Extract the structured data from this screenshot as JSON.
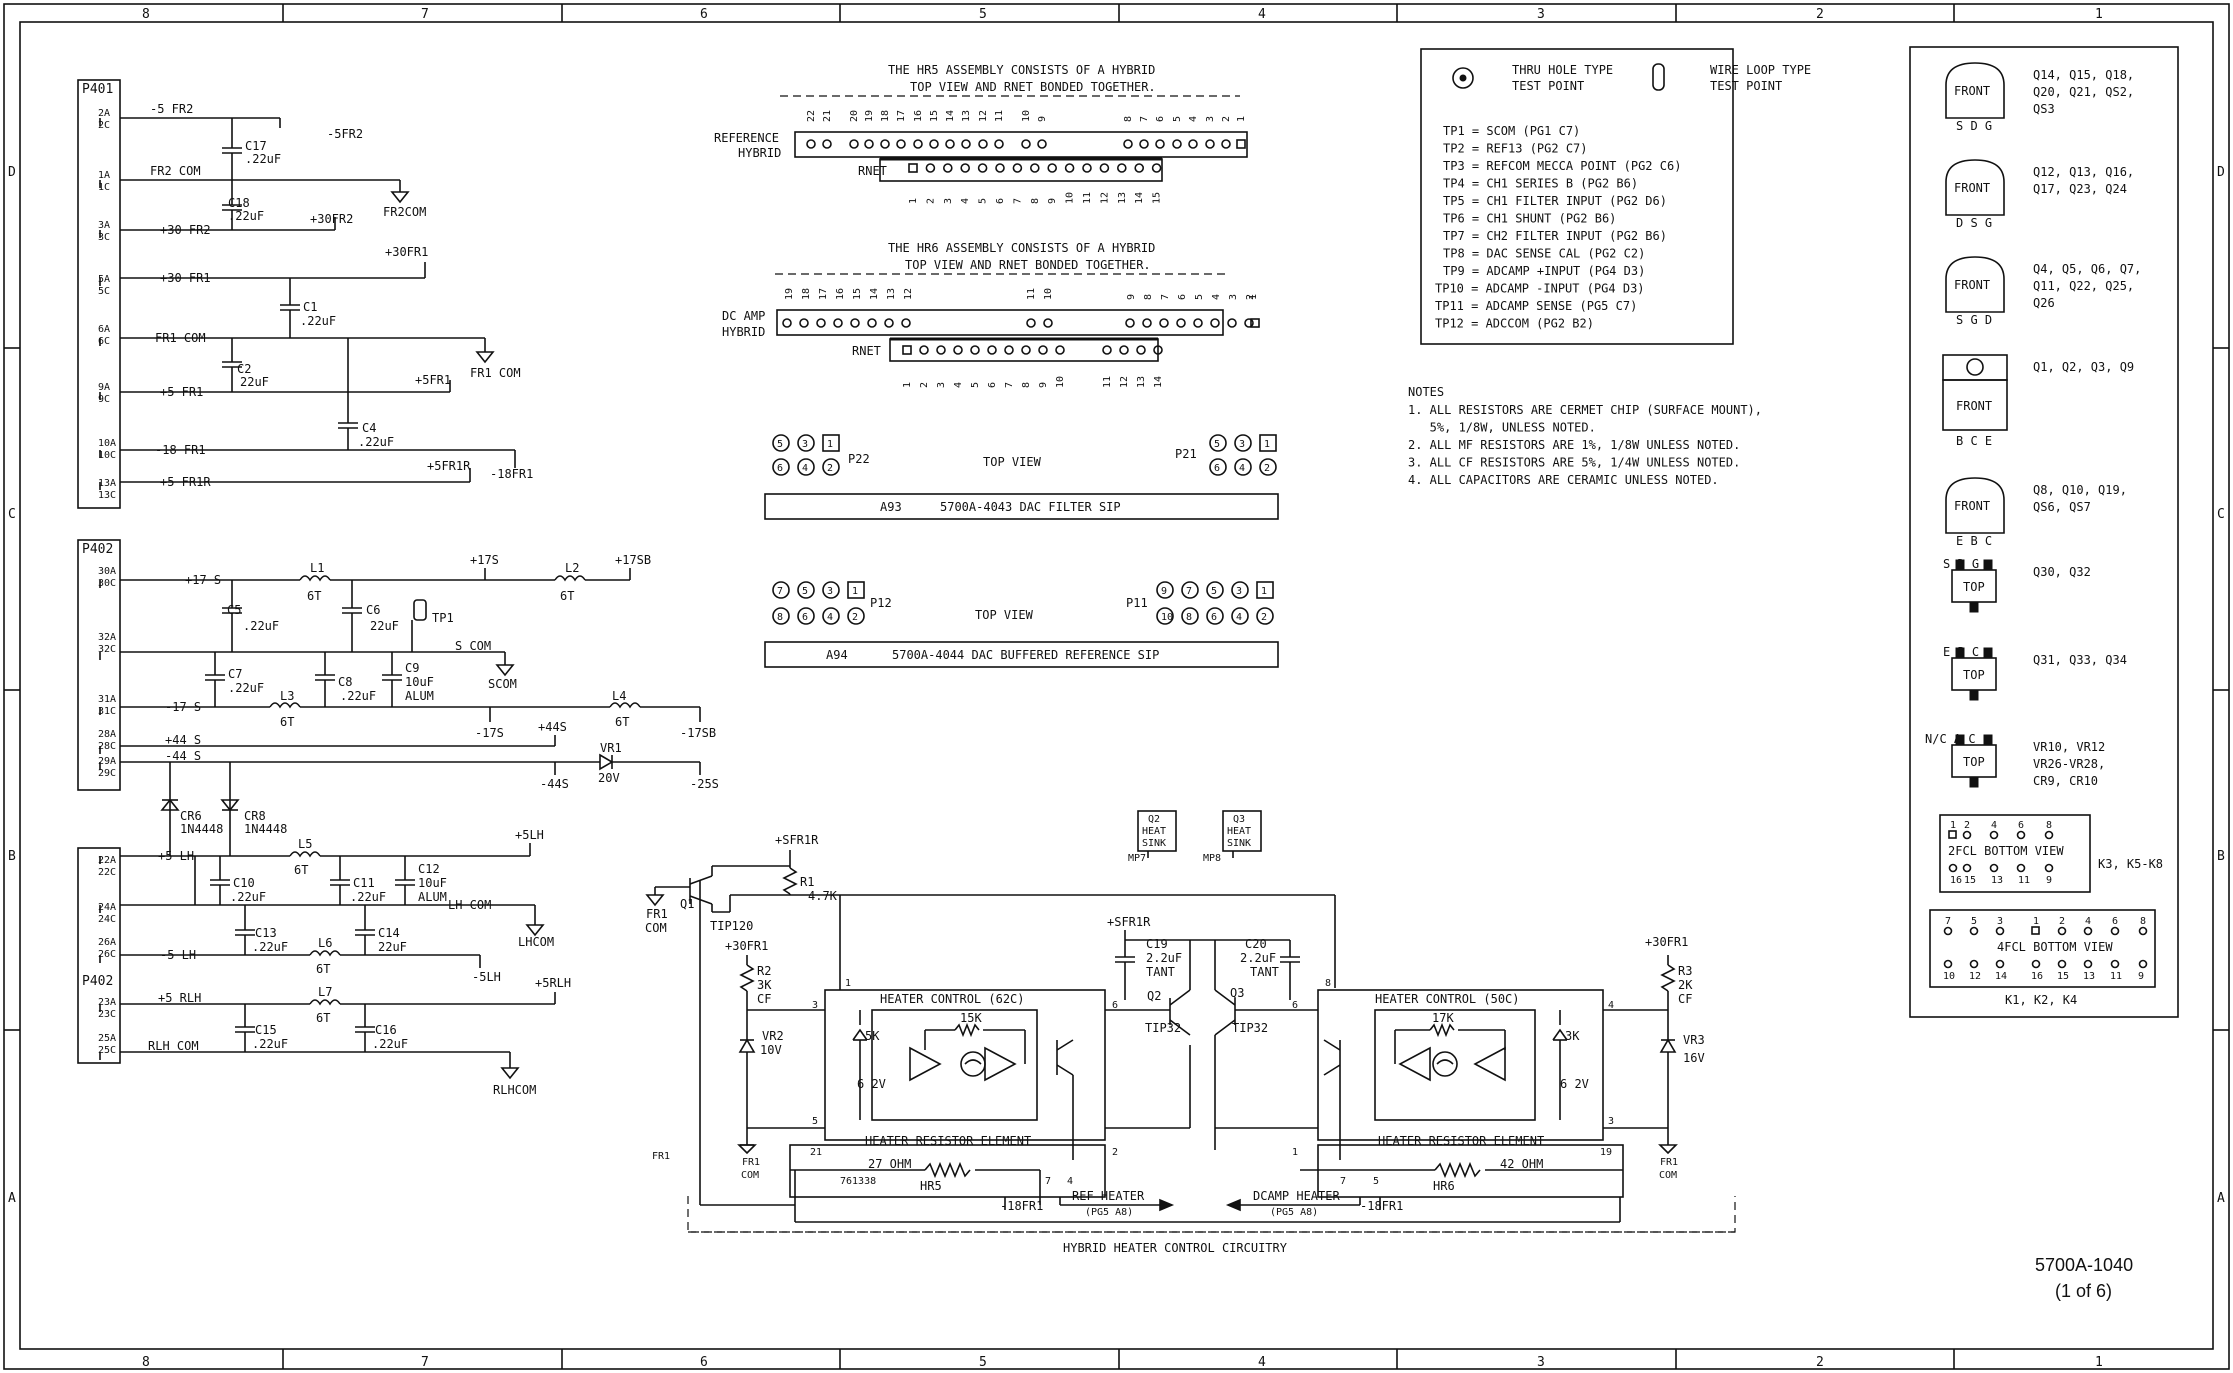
{
  "border": {
    "cols": [
      "8",
      "7",
      "6",
      "5",
      "4",
      "3",
      "2",
      "1"
    ],
    "rows": [
      "D",
      "C",
      "B",
      "A"
    ]
  },
  "p401": {
    "title": "P401",
    "pins": [
      "2A",
      "2C",
      "1A",
      "1C",
      "3A",
      "3C",
      "5A",
      "5C",
      "6A",
      "6C",
      "9A",
      "9C",
      "10A",
      "10C",
      "13A",
      "13C"
    ],
    "nets": [
      "-5 FR2",
      "FR2 COM",
      "+30 FR2",
      "+30 FR1",
      "FR1 COM",
      "+5 FR1",
      "-18 FR1",
      "+5 FR1R"
    ],
    "caps": [
      [
        "C17",
        ".22uF"
      ],
      [
        "C18",
        ".22uF"
      ],
      [
        "C1",
        ".22uF"
      ],
      [
        "C2",
        "22uF"
      ],
      [
        "C4",
        ".22uF"
      ]
    ],
    "outs": [
      "-5FR2",
      "FR2COM",
      "+30FR2",
      "+30FR1",
      "FR1 COM",
      "+5FR1",
      "+5FR1R",
      "-18FR1"
    ]
  },
  "p402a": {
    "title": "P402",
    "pins": [
      "30A",
      "30C",
      "32A",
      "32C",
      "31A",
      "31C",
      "28A",
      "28C",
      "29A",
      "29C"
    ],
    "nets": [
      "+17 S",
      "S COM",
      "-17 S",
      "+44 S",
      "-44 S"
    ],
    "caps": [
      [
        "C5",
        ".22uF"
      ],
      [
        "C6",
        "22uF"
      ],
      [
        "C7",
        ".22uF"
      ],
      [
        "C8",
        ".22uF"
      ],
      [
        "C9",
        "10uF",
        "ALUM"
      ]
    ],
    "inductors": [
      [
        "L1",
        "6T"
      ],
      [
        "L2",
        "6T"
      ],
      [
        "L3",
        "6T"
      ],
      [
        "L4",
        "6T"
      ]
    ],
    "outs": [
      "+17S",
      "+17SB",
      "TP1",
      "SCOM",
      "-17S",
      "+44S",
      "-17SB",
      "-44S",
      "VR1",
      "20V",
      "-25S"
    ]
  },
  "p402b": {
    "title": "P402",
    "pins": [
      "22A",
      "22C",
      "24A",
      "24C",
      "26A",
      "26C",
      "23A",
      "23C",
      "25A",
      "25C"
    ],
    "nets": [
      "+5 LH",
      "LH COM",
      "-5 LH",
      "+5 RLH",
      "RLH COM"
    ],
    "diodes": [
      [
        "CR6",
        "1N4448"
      ],
      [
        "CR8",
        "1N4448"
      ]
    ],
    "caps": [
      [
        "C10",
        ".22uF"
      ],
      [
        "C11",
        ".22uF"
      ],
      [
        "C12",
        "10uF",
        "ALUM"
      ],
      [
        "C13",
        ".22uF"
      ],
      [
        "C14",
        "22uF"
      ],
      [
        "C15",
        ".22uF"
      ],
      [
        "C16",
        ".22uF"
      ]
    ],
    "inductors": [
      [
        "L5",
        "6T"
      ],
      [
        "L6",
        "6T"
      ],
      [
        "L7",
        "6T"
      ]
    ],
    "outs": [
      "+5LH",
      "LHCOM",
      "-5LH",
      "+5RLH",
      "RLHCOM"
    ]
  },
  "hr5": {
    "title1": "THE HR5 ASSEMBLY CONSISTS OF A HYBRID",
    "title2": "TOP VIEW  AND RNET BONDED TOGETHER.",
    "ref_label": "REFERENCE",
    "hyb_label": "HYBRID",
    "rnet": "RNET",
    "top_pins": [
      "22",
      "21",
      "20",
      "19",
      "18",
      "17",
      "16",
      "15",
      "14",
      "13",
      "12",
      "11",
      "10",
      "9",
      "8",
      "7",
      "6",
      "5",
      "4",
      "3",
      "2",
      "1"
    ],
    "bottom_pins": [
      "1",
      "2",
      "3",
      "4",
      "5",
      "6",
      "7",
      "8",
      "9",
      "10",
      "11",
      "12",
      "13",
      "14",
      "15"
    ]
  },
  "hr6": {
    "title1": "THE HR6 ASSEMBLY CONSISTS OF A HYBRID",
    "title2": "TOP VIEW  AND RNET BONDED TOGETHER.",
    "ref_label": "DC AMP",
    "hyb_label": "HYBRID",
    "rnet": "RNET",
    "top_pins": [
      "19",
      "18",
      "17",
      "16",
      "15",
      "14",
      "13",
      "12",
      "11",
      "10",
      "9",
      "8",
      "7",
      "6",
      "5",
      "4",
      "3",
      "2",
      "1"
    ],
    "bottom_pins": [
      "1",
      "2",
      "3",
      "4",
      "5",
      "6",
      "7",
      "8",
      "9",
      "10",
      "11",
      "12",
      "13",
      "14"
    ]
  },
  "sip1": {
    "p_left": "P22",
    "p_right": "P21",
    "top_view": "TOP VIEW",
    "name": "A93",
    "desc": "5700A-4043  DAC FILTER SIP",
    "pins_a": [
      "5",
      "3",
      "1"
    ],
    "pins_b": [
      "6",
      "4",
      "2"
    ]
  },
  "sip2": {
    "p_left": "P12",
    "p_right": "P11",
    "top_view": "TOP VIEW",
    "name": "A94",
    "desc": "5700A-4044  DAC BUFFERED REFERENCE SIP",
    "pins_la": [
      "7",
      "5",
      "3",
      "1"
    ],
    "pins_lb": [
      "8",
      "6",
      "4",
      "2"
    ],
    "pins_ra": [
      "9",
      "7",
      "5",
      "3",
      "1"
    ],
    "pins_rb": [
      "10",
      "8",
      "6",
      "4",
      "2"
    ]
  },
  "testpoints": {
    "thru": [
      "THRU HOLE TYPE",
      "TEST POINT"
    ],
    "wire": [
      "WIRE LOOP TYPE",
      "TEST POINT"
    ],
    "list": [
      "TP1 = SCOM    (PG1 C7)",
      "TP2 = REF13   (PG2 C7)",
      "TP3 = REFCOM MECCA POINT  (PG2 C6)",
      "TP4 = CH1 SERIES B  (PG2 B6)",
      "TP5 = CH1 FILTER INPUT  (PG2 D6)",
      "TP6 = CH1 SHUNT  (PG2 B6)",
      "TP7 = CH2 FILTER INPUT  (PG2 B6)",
      "TP8 = DAC SENSE CAL  (PG2 C2)",
      "TP9 = ADCAMP +INPUT  (PG4 D3)",
      "TP10 = ADCAMP -INPUT  (PG4 D3)",
      "TP11 = ADCAMP SENSE  (PG5 C7)",
      "TP12 = ADCCOM  (PG2 B2)"
    ]
  },
  "notes": {
    "title": "NOTES",
    "lines": [
      "1. ALL RESISTORS ARE CERMET CHIP (SURFACE MOUNT),",
      "   5%, 1/8W, UNLESS NOTED.",
      "2. ALL MF RESISTORS ARE 1%, 1/8W UNLESS NOTED.",
      "3. ALL CF RESISTORS ARE 5%, 1/4W UNLESS NOTED.",
      "4. ALL CAPACITORS ARE CERAMIC UNLESS NOTED."
    ]
  },
  "packages": {
    "items": [
      {
        "pkg": "FRONT",
        "pins": "S D G",
        "parts": [
          "Q14, Q15, Q18,",
          "Q20, Q21, QS2,",
          "QS3"
        ]
      },
      {
        "pkg": "FRONT",
        "pins": "D S G",
        "parts": [
          "Q12, Q13, Q16,",
          "Q17, Q23, Q24"
        ]
      },
      {
        "pkg": "FRONT",
        "pins": "S G D",
        "parts": [
          "Q4, Q5, Q6, Q7,",
          "Q11, Q22, Q25,",
          "Q26"
        ]
      },
      {
        "pkg": "FRONT",
        "pins": "B C E",
        "parts": [
          "Q1, Q2, Q3, Q9"
        ]
      },
      {
        "pkg": "FRONT",
        "pins": "E B C",
        "parts": [
          "Q8, Q10, Q19,",
          "QS6, QS7"
        ]
      },
      {
        "pkg": "TOP",
        "pins": "S D G",
        "parts": [
          "Q30, Q32"
        ]
      },
      {
        "pkg": "TOP",
        "pins": "E B C",
        "parts": [
          "Q31, Q33, Q34"
        ]
      },
      {
        "pkg": "TOP",
        "pins": "N/C A C",
        "parts": [
          "VR10, VR12",
          "VR26-VR28,",
          "CR9, CR10"
        ]
      }
    ],
    "relay1": {
      "top": [
        "1",
        "2",
        "4",
        "6",
        "8"
      ],
      "label": "2FCL  BOTTOM VIEW",
      "bottom": [
        "16",
        "15",
        "13",
        "11",
        "9"
      ],
      "parts": "K3, K5-K8"
    },
    "relay2": {
      "top": [
        "7",
        "5",
        "3",
        "1",
        "2",
        "4",
        "6",
        "8"
      ],
      "label": "4FCL  BOTTOM VIEW",
      "bottom": [
        "10",
        "12",
        "14",
        "16",
        "15",
        "13",
        "11",
        "9"
      ],
      "parts": "K1, K2, K4"
    }
  },
  "heater": {
    "title": "HYBRID HEATER CONTROL CIRCUITRY",
    "q1": [
      "Q1",
      "TIP120"
    ],
    "fr1com": [
      "FR1",
      "COM"
    ],
    "r1": [
      "R1",
      "4.7K"
    ],
    "sfr1r": "+SFR1R",
    "sfr1r2": "+SFR1R",
    "r2": [
      "R2",
      "3K",
      "CF"
    ],
    "r3": [
      "R3",
      "2K",
      "CF"
    ],
    "p30fr1a": "+30FR1",
    "p30fr1b": "+30FR1",
    "vr2": [
      "VR2",
      "10V"
    ],
    "vr3": [
      "VR3",
      "16V"
    ],
    "hc62": "HEATER CONTROL (62C)",
    "hc50": "HEATER CONTROL (50C)",
    "hre": "HEATER RESISTOR ELEMENT",
    "hr5": [
      "27 OHM",
      "HR5"
    ],
    "hr6": [
      "42 OHM",
      "HR6"
    ],
    "r15k": "15K",
    "r17k": "17K",
    "r5k": "5K",
    "r3k": "3K",
    "v62": "6 2V",
    "v62b": "6 2V",
    "q2": [
      "Q2",
      "TIP32"
    ],
    "q3": [
      "Q3",
      "TIP32"
    ],
    "c19": [
      "C19",
      "2.2uF",
      "TANT"
    ],
    "c20": [
      "C20",
      "2.2uF",
      "TANT"
    ],
    "sink2": [
      "Q2",
      "HEAT",
      "SINK"
    ],
    "sink3": [
      "Q3",
      "HEAT",
      "SINK"
    ],
    "mp7": "MP7",
    "mp8": "MP8",
    "refheater": [
      "REF HEATER",
      "(PG5 A8)"
    ],
    "dcampheater": [
      "DCAMP HEATER",
      "(PG5 A8)"
    ],
    "m18a": "-18FR1",
    "m18b": "-18FR1",
    "ref761": "761338",
    "pins": [
      "1",
      "3",
      "5",
      "6",
      "21",
      "2",
      "4",
      "7",
      "8",
      "6",
      "4",
      "3",
      "1",
      "19",
      "5",
      "7"
    ]
  },
  "docid": {
    "num": "5700A-1040",
    "page": "(1 of 6)"
  }
}
